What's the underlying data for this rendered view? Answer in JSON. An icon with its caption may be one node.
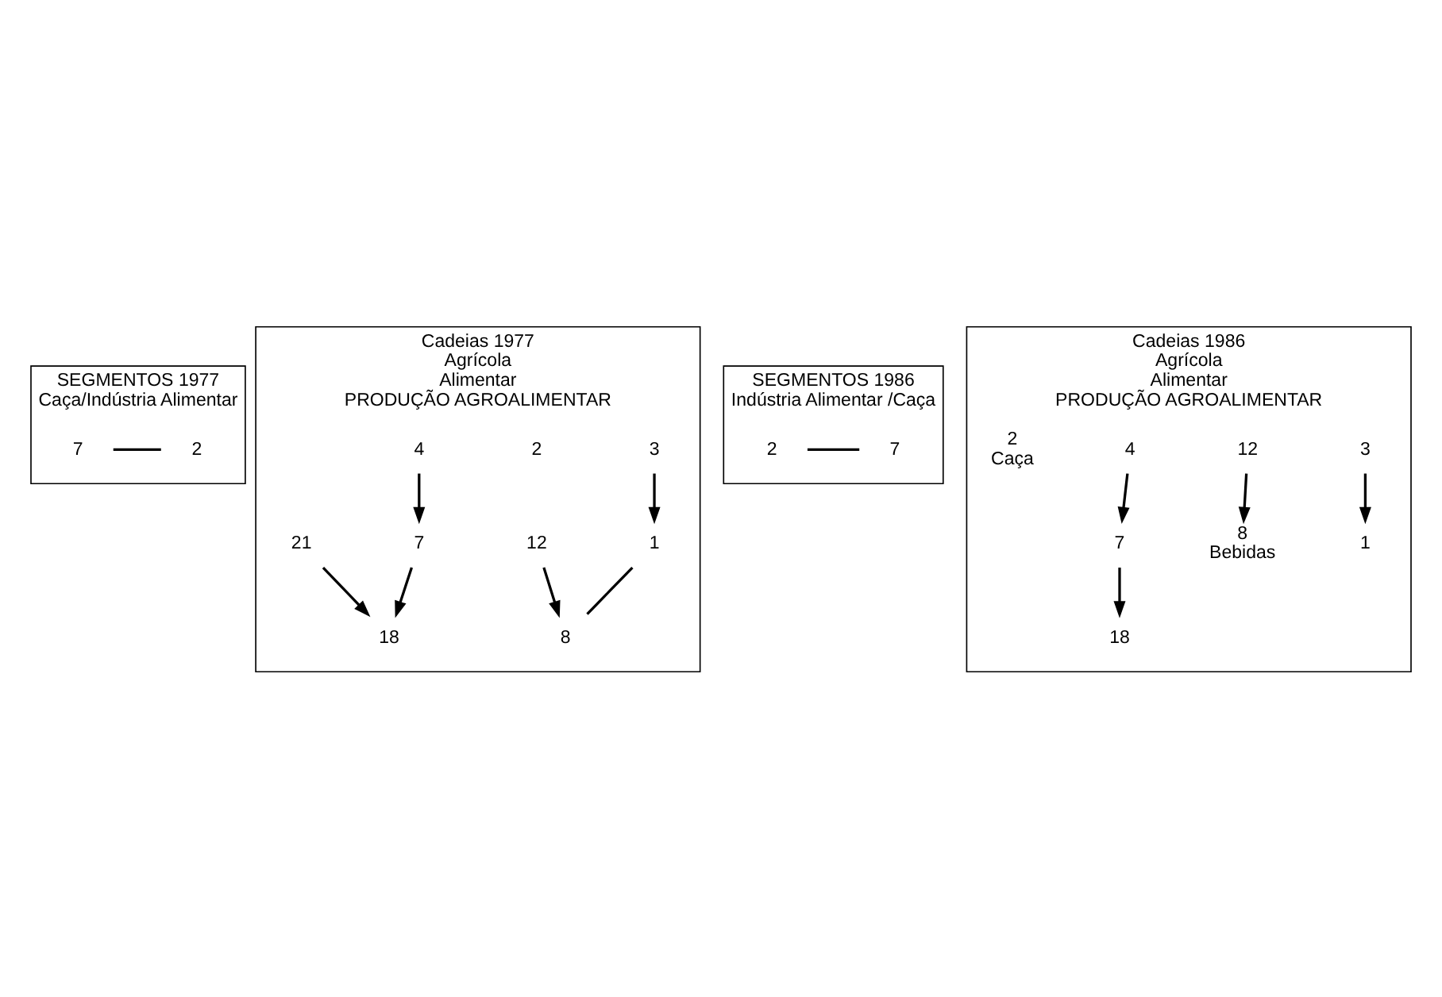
{
  "diagram": {
    "nodes": [
      {
        "text": [
          "SEGMENTOS 1977",
          "Caça/Indústria Alimentar"
        ]
      },
      {
        "text": [
          "2"
        ],
        "in": 0
      },
      {
        "text": [
          "7"
        ],
        "in": 0
      },
      {
        "text": [
          "Cadeias 1977",
          "Agrícola",
          "Alimentar",
          "PRODUÇÃO AGROALIMENTAR"
        ]
      },
      {
        "text": [
          "3"
        ],
        "in": 3
      },
      {
        "text": [
          "12"
        ],
        "in": 3
      },
      {
        "text": [
          "1"
        ],
        "in": 3
      },
      {
        "text": [
          "2"
        ],
        "in": 3
      },
      {
        "text": [
          "4"
        ],
        "in": 3
      },
      {
        "text": [
          "21"
        ],
        "in": 3
      },
      {
        "text": [
          "7"
        ],
        "in": 3
      },
      {
        "text": [
          "8"
        ],
        "in": 3
      },
      {
        "text": [
          "18"
        ],
        "in": 3
      },
      {
        "text": [
          "SEGMENTOS 1986",
          "Indústria Alimentar /Caça"
        ]
      },
      {
        "text": [
          "7"
        ],
        "in": 13
      },
      {
        "text": [
          "2"
        ],
        "in": 13
      },
      {
        "text": [
          "Cadeias 1986",
          "Agrícola",
          "Alimentar",
          "PRODUÇÃO AGROALIMENTAR"
        ]
      },
      {
        "text": [
          "3"
        ],
        "in": 16
      },
      {
        "text": [
          "12"
        ],
        "in": 16
      },
      {
        "text": [
          "4"
        ],
        "in": 16
      },
      {
        "text": [
          "2"
        ],
        "in": 16,
        "beside": [
          "Caça"
        ]
      },
      {
        "text": [
          "7"
        ],
        "in": 16
      },
      {
        "text": [
          "1"
        ],
        "in": 16
      },
      {
        "text": [
          "8"
        ],
        "in": 16,
        "beside": [
          "Bebidas"
        ]
      },
      {
        "text": [
          "18"
        ],
        "in": 16
      }
    ],
    "edges": [
      {
        "from": 1,
        "to": 2,
        "arrow": "none"
      },
      {
        "from": 4,
        "to": 6,
        "arrow": "to"
      },
      {
        "from": 6,
        "to": 11,
        "arrow": "none"
      },
      {
        "from": 5,
        "to": 11,
        "arrow": "to"
      },
      {
        "from": 8,
        "to": 10,
        "arrow": "to"
      },
      {
        "from": 10,
        "to": 12,
        "arrow": "to"
      },
      {
        "from": 9,
        "to": 12,
        "arrow": "to"
      },
      {
        "from": 14,
        "to": 15,
        "arrow": "none"
      },
      {
        "from": 17,
        "to": 22,
        "arrow": "to"
      },
      {
        "from": 18,
        "to": 23,
        "arrow": "to"
      },
      {
        "from": 19,
        "to": 21,
        "arrow": "to"
      },
      {
        "from": 21,
        "to": 24,
        "arrow": "to"
      }
    ]
  }
}
